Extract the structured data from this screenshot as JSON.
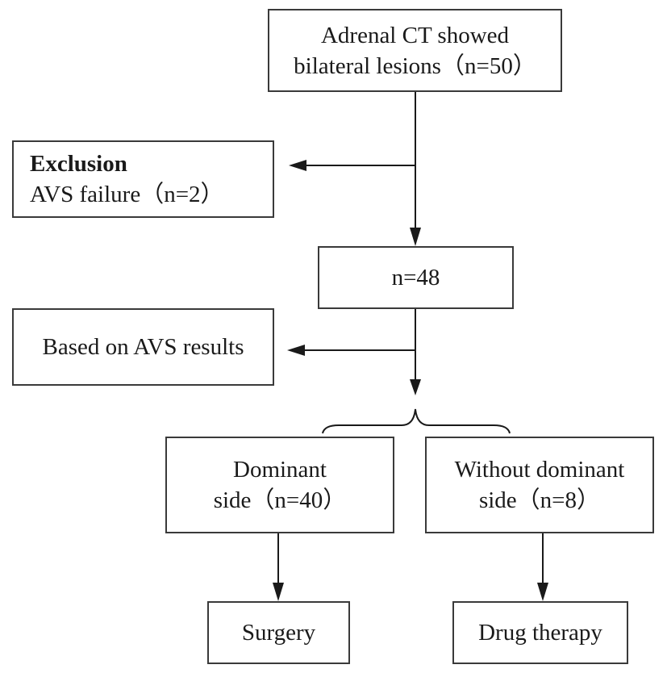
{
  "diagram": {
    "start": {
      "line1": "Adrenal CT showed",
      "line2": "bilateral lesions（n=50）"
    },
    "exclusion": {
      "heading": "Exclusion",
      "detail": "AVS failure（n=2）"
    },
    "remaining": {
      "label": "n=48"
    },
    "basis": {
      "label": "Based on AVS results"
    },
    "dominant": {
      "line1": "Dominant",
      "line2": "side（n=40）"
    },
    "non_dominant": {
      "line1": "Without dominant",
      "line2": "side（n=8）"
    },
    "surgery": {
      "label": "Surgery"
    },
    "drug": {
      "label": "Drug therapy"
    }
  }
}
